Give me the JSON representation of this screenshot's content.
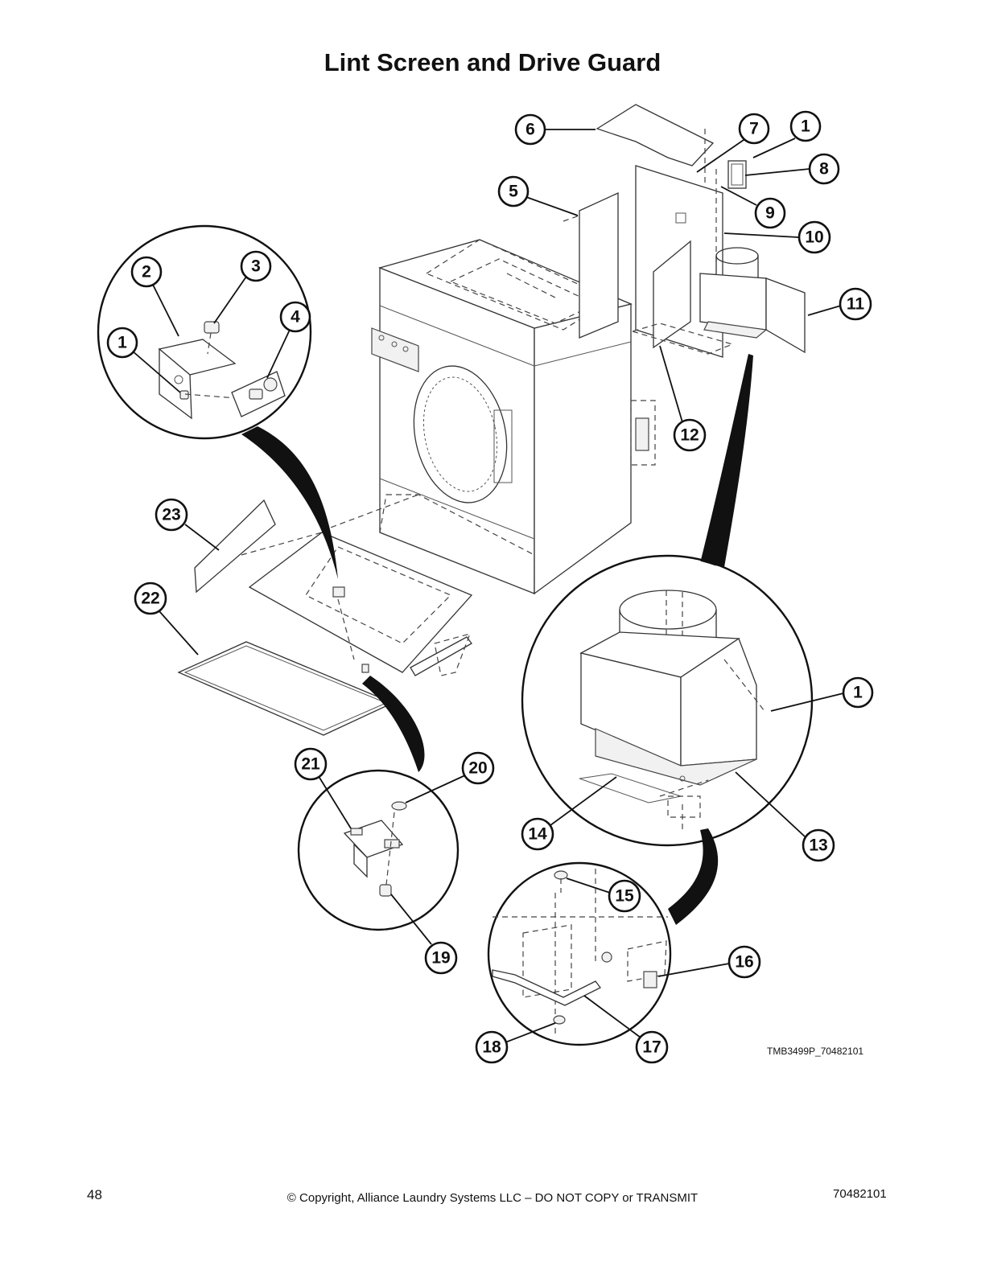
{
  "title": "Lint Screen and Drive Guard",
  "figure_code": "TMB3499P_70482101",
  "footer": {
    "page_number": "48",
    "copyright": "© Copyright, Alliance Laundry Systems LLC – DO NOT COPY or TRANSMIT",
    "document_number": "70482101"
  },
  "callouts": {
    "c1a": "1",
    "c1b": "1",
    "c1c": "1",
    "c2": "2",
    "c3": "3",
    "c4": "4",
    "c5": "5",
    "c6": "6",
    "c7": "7",
    "c8": "8",
    "c9": "9",
    "c10": "10",
    "c11": "11",
    "c12": "12",
    "c13": "13",
    "c14": "14",
    "c15": "15",
    "c16": "16",
    "c17": "17",
    "c18": "18",
    "c19": "19",
    "c20": "20",
    "c21": "21",
    "c22": "22",
    "c23": "23"
  }
}
